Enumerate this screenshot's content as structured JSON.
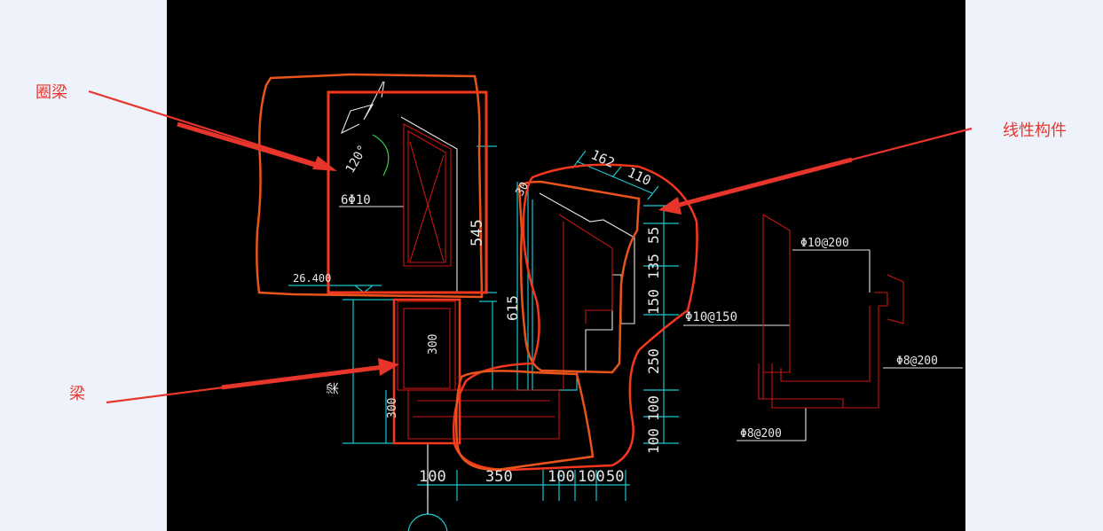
{
  "annotations": {
    "ring_beam": "圈梁",
    "beam": "梁",
    "linear_member": "线性构件"
  },
  "drawing": {
    "angle": "120°",
    "rebar_main": "6Φ10",
    "elevation": "26.400",
    "dim_545": "545",
    "dim_615": "615",
    "dim_300a": "300",
    "dim_300b": "300",
    "dim_162": "162",
    "dim_110": "110",
    "dim_30": "30",
    "dim_55": "55",
    "dim_135": "135",
    "dim_150": "150",
    "dim_250": "250",
    "dim_100a": "100",
    "dim_100b": "100",
    "bottom_100": "100",
    "bottom_350": "350",
    "bottom_100a": "100",
    "bottom_100b": "100",
    "bottom_50": "50",
    "rebar_10_150": "Φ10@150",
    "rebar_10_200": "Φ10@200",
    "rebar_8_200a": "Φ8@200",
    "rebar_8_200b": "Φ8@200",
    "side_label": "梁"
  },
  "colors": {
    "background": "#eef3fb",
    "canvas": "#000000",
    "annotation": "#e8352b",
    "cad_cyan": "#19c5cf",
    "cad_red": "#c81414",
    "cad_white": "#e8e8e8",
    "highlight": "#f5371d",
    "orange": "#e8541c"
  }
}
